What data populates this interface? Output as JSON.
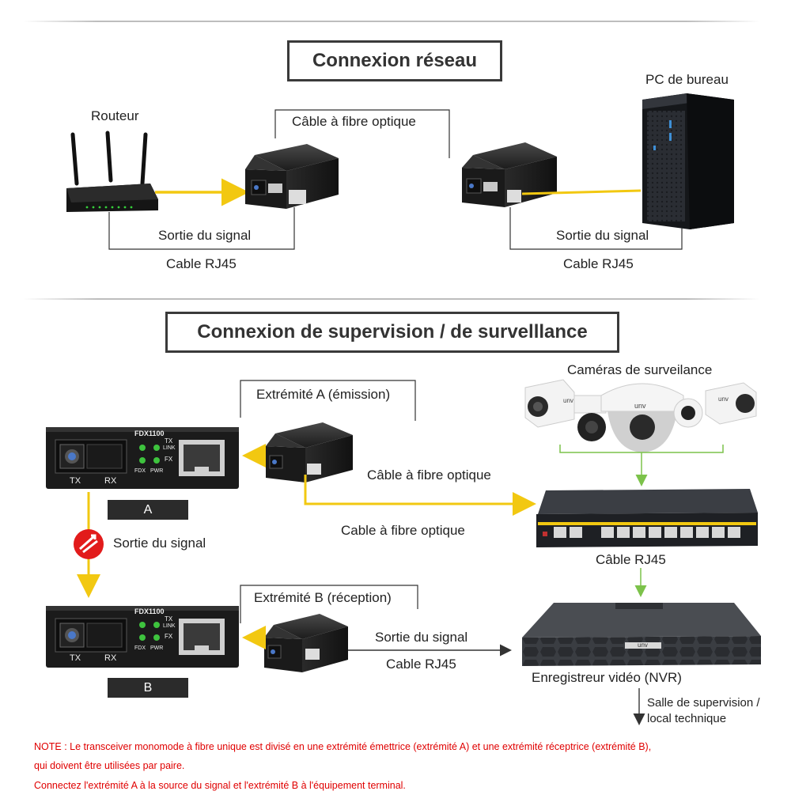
{
  "section1": {
    "title": "Connexion réseau",
    "router_label": "Routeur",
    "pc_label": "PC de bureau",
    "fiber_label": "Câble à fibre optique",
    "left_output_label": "Sortie du signal",
    "left_cable_label": "Cable RJ45",
    "right_output_label": "Sortie du signal",
    "right_cable_label": "Cable RJ45"
  },
  "section2": {
    "title": "Connexion de supervision / de survelllance",
    "cameras_label": "Caméras de surveilance",
    "end_a_label": "Extrémité A (émission)",
    "end_b_label": "Extrémité B (réception)",
    "fiber_label_1": "Câble à fibre optique",
    "fiber_label_2": "Cable à fibre optique",
    "switch_cable_label": "Câble RJ45",
    "signal_out_label_left": "Sortie du signal",
    "signal_out_label_right": "Sortie du signal",
    "nvr_cable_label": "Cable RJ45",
    "nvr_label": "Enregistreur vidéo  (NVR)",
    "room_label_1": "Salle de supervision /",
    "room_label_2": "local technique",
    "tag_a": "A",
    "tag_b": "B",
    "panel_model": "FDX1100",
    "led_tx": "TX",
    "led_link": "LINK",
    "led_fx": "FX",
    "led_fdx": "FDX",
    "led_pwr": "PWR",
    "port_tx": "TX",
    "port_rx": "RX",
    "cam_brand": "unv"
  },
  "notes": [
    "NOTE : Le transceiver monomode à fibre unique est divisé en une extrémité émettrice (extrémité A) et une extrémité réceptrice (extrémité B),",
    "qui doivent être utilisées par paire.",
    "Connectez l'extrémité A à la source du signal et l'extrémité B à l'équipement terminal."
  ],
  "colors": {
    "fiber_yellow": "#f2c811",
    "arrow_green": "#7cc24a",
    "note_red": "#e00000",
    "led_green": "#3ec33e"
  }
}
